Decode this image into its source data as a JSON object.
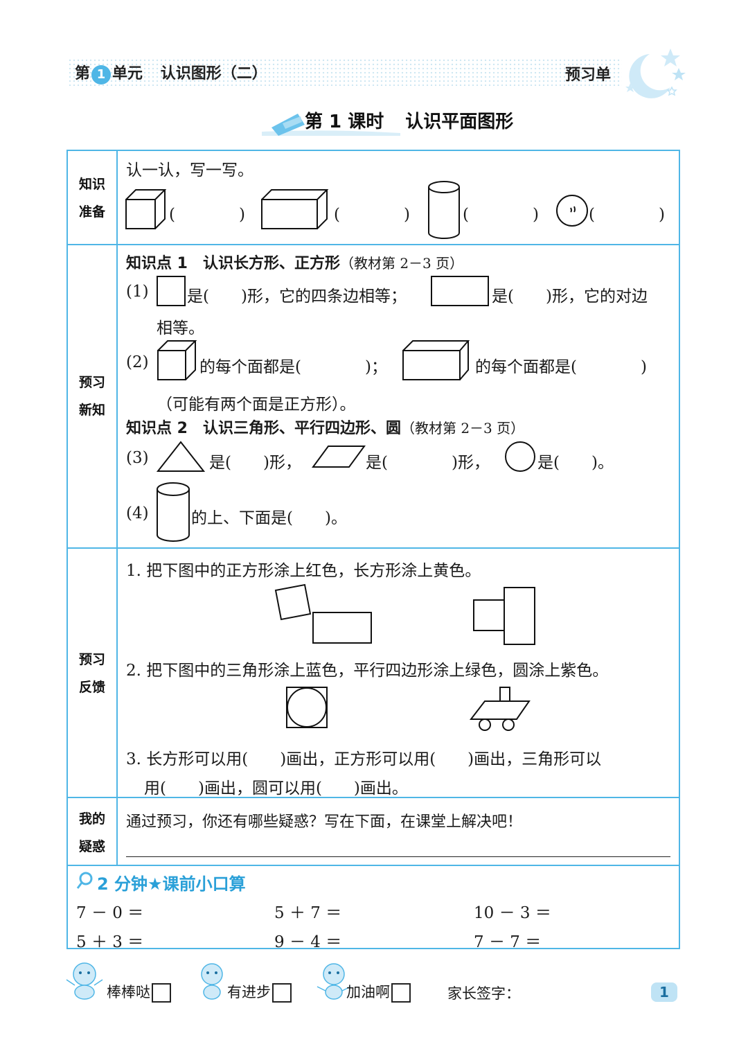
{
  "header": {
    "unit_prefix": "第",
    "unit_number": "1",
    "unit_suffix": "单元",
    "unit_title": "认识图形（二）",
    "sheet_label": "预习单"
  },
  "lesson": {
    "number_label": "第 1 课时",
    "title": "认识平面图形"
  },
  "sections": {
    "knowledge_prep": {
      "label_line1": "知识",
      "label_line2": "准备",
      "instruction": "认一认，写一写。",
      "blank": "(　　　　)"
    },
    "preview_new": {
      "label_line1": "预习",
      "label_line2": "新知",
      "kp1_title": "知识点 1　认识长方形、正方形",
      "kp1_ref": "（教材第 2－3 页）",
      "q1_num": "(1)",
      "q1_a": "是(　　)形，它的四条边相等；",
      "q1_b": "是(　　)形，它的对边",
      "q1_c": "相等。",
      "q2_num": "(2)",
      "q2_a": "的每个面都是(　　　　)；",
      "q2_b": "的每个面都是(　　　　)",
      "q2_c": "（可能有两个面是正方形）。",
      "kp2_title": "知识点 2　认识三角形、平行四边形、圆",
      "kp2_ref": "（教材第 2－3 页）",
      "q3_num": "(3)",
      "q3_a": "是(　　)形，",
      "q3_b": "是(　　　　)形，",
      "q3_c": "是(　　)。",
      "q4_num": "(4)",
      "q4_a": "的上、下面是(　　)。"
    },
    "preview_feedback": {
      "label_line1": "预习",
      "label_line2": "反馈",
      "p1": "1. 把下图中的正方形涂上红色，长方形涂上黄色。",
      "p2": "2. 把下图中的三角形涂上蓝色，平行四边形涂上绿色，圆涂上紫色。",
      "p3a": "3. 长方形可以用(　　)画出，正方形可以用(　　)画出，三角形可以",
      "p3b": "用(　　)画出，圆可以用(　　)画出。"
    },
    "my_questions": {
      "label_line1": "我的",
      "label_line2": "疑惑",
      "prompt": "通过预习，你还有哪些疑惑？写在下面，在课堂上解决吧！"
    }
  },
  "oral_math": {
    "title": "2 分钟★课前小口算",
    "rows": [
      [
        "7 － 0 ＝",
        "5 ＋ 7 ＝",
        "10 － 3 ＝"
      ],
      [
        "5 ＋ 3 ＝",
        "9 － 4 ＝",
        "7 － 7 ＝"
      ]
    ]
  },
  "footer": {
    "rating1": "棒棒哒",
    "rating2": "有进步",
    "rating3": "加油啊",
    "parent_sign": "家长签字：",
    "page_number": "1"
  },
  "colors": {
    "accent": "#4fb6e6",
    "accent_dark": "#2aa0d8"
  }
}
